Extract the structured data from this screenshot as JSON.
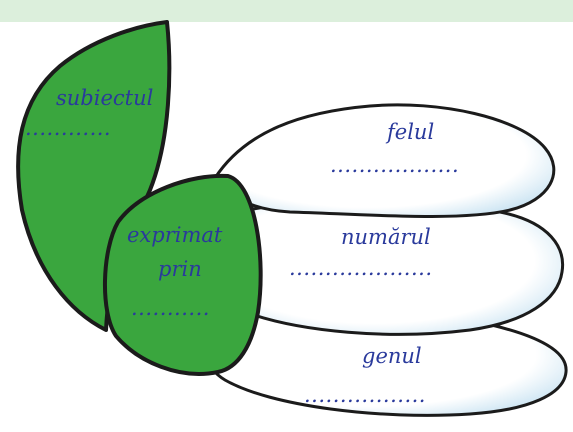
{
  "diagram": {
    "subject_leaf": {
      "label": "subiectul",
      "blank": "............"
    },
    "center_leaf": {
      "label_line1": "exprimat",
      "label_line2": "prin",
      "blank": "..........."
    },
    "petals": [
      {
        "label": "felul",
        "blank": ".................."
      },
      {
        "label": "numărul",
        "blank": "...................."
      },
      {
        "label": "genul",
        "blank": "................."
      }
    ],
    "colors": {
      "leaf_green": "#3aa63e",
      "leaf_outline": "#1b1b1b",
      "petal_fill": "#ffffff",
      "petal_shade": "#c9e3f2",
      "text_blue": "#2a3a9c",
      "top_band": "#dcefdc"
    }
  }
}
